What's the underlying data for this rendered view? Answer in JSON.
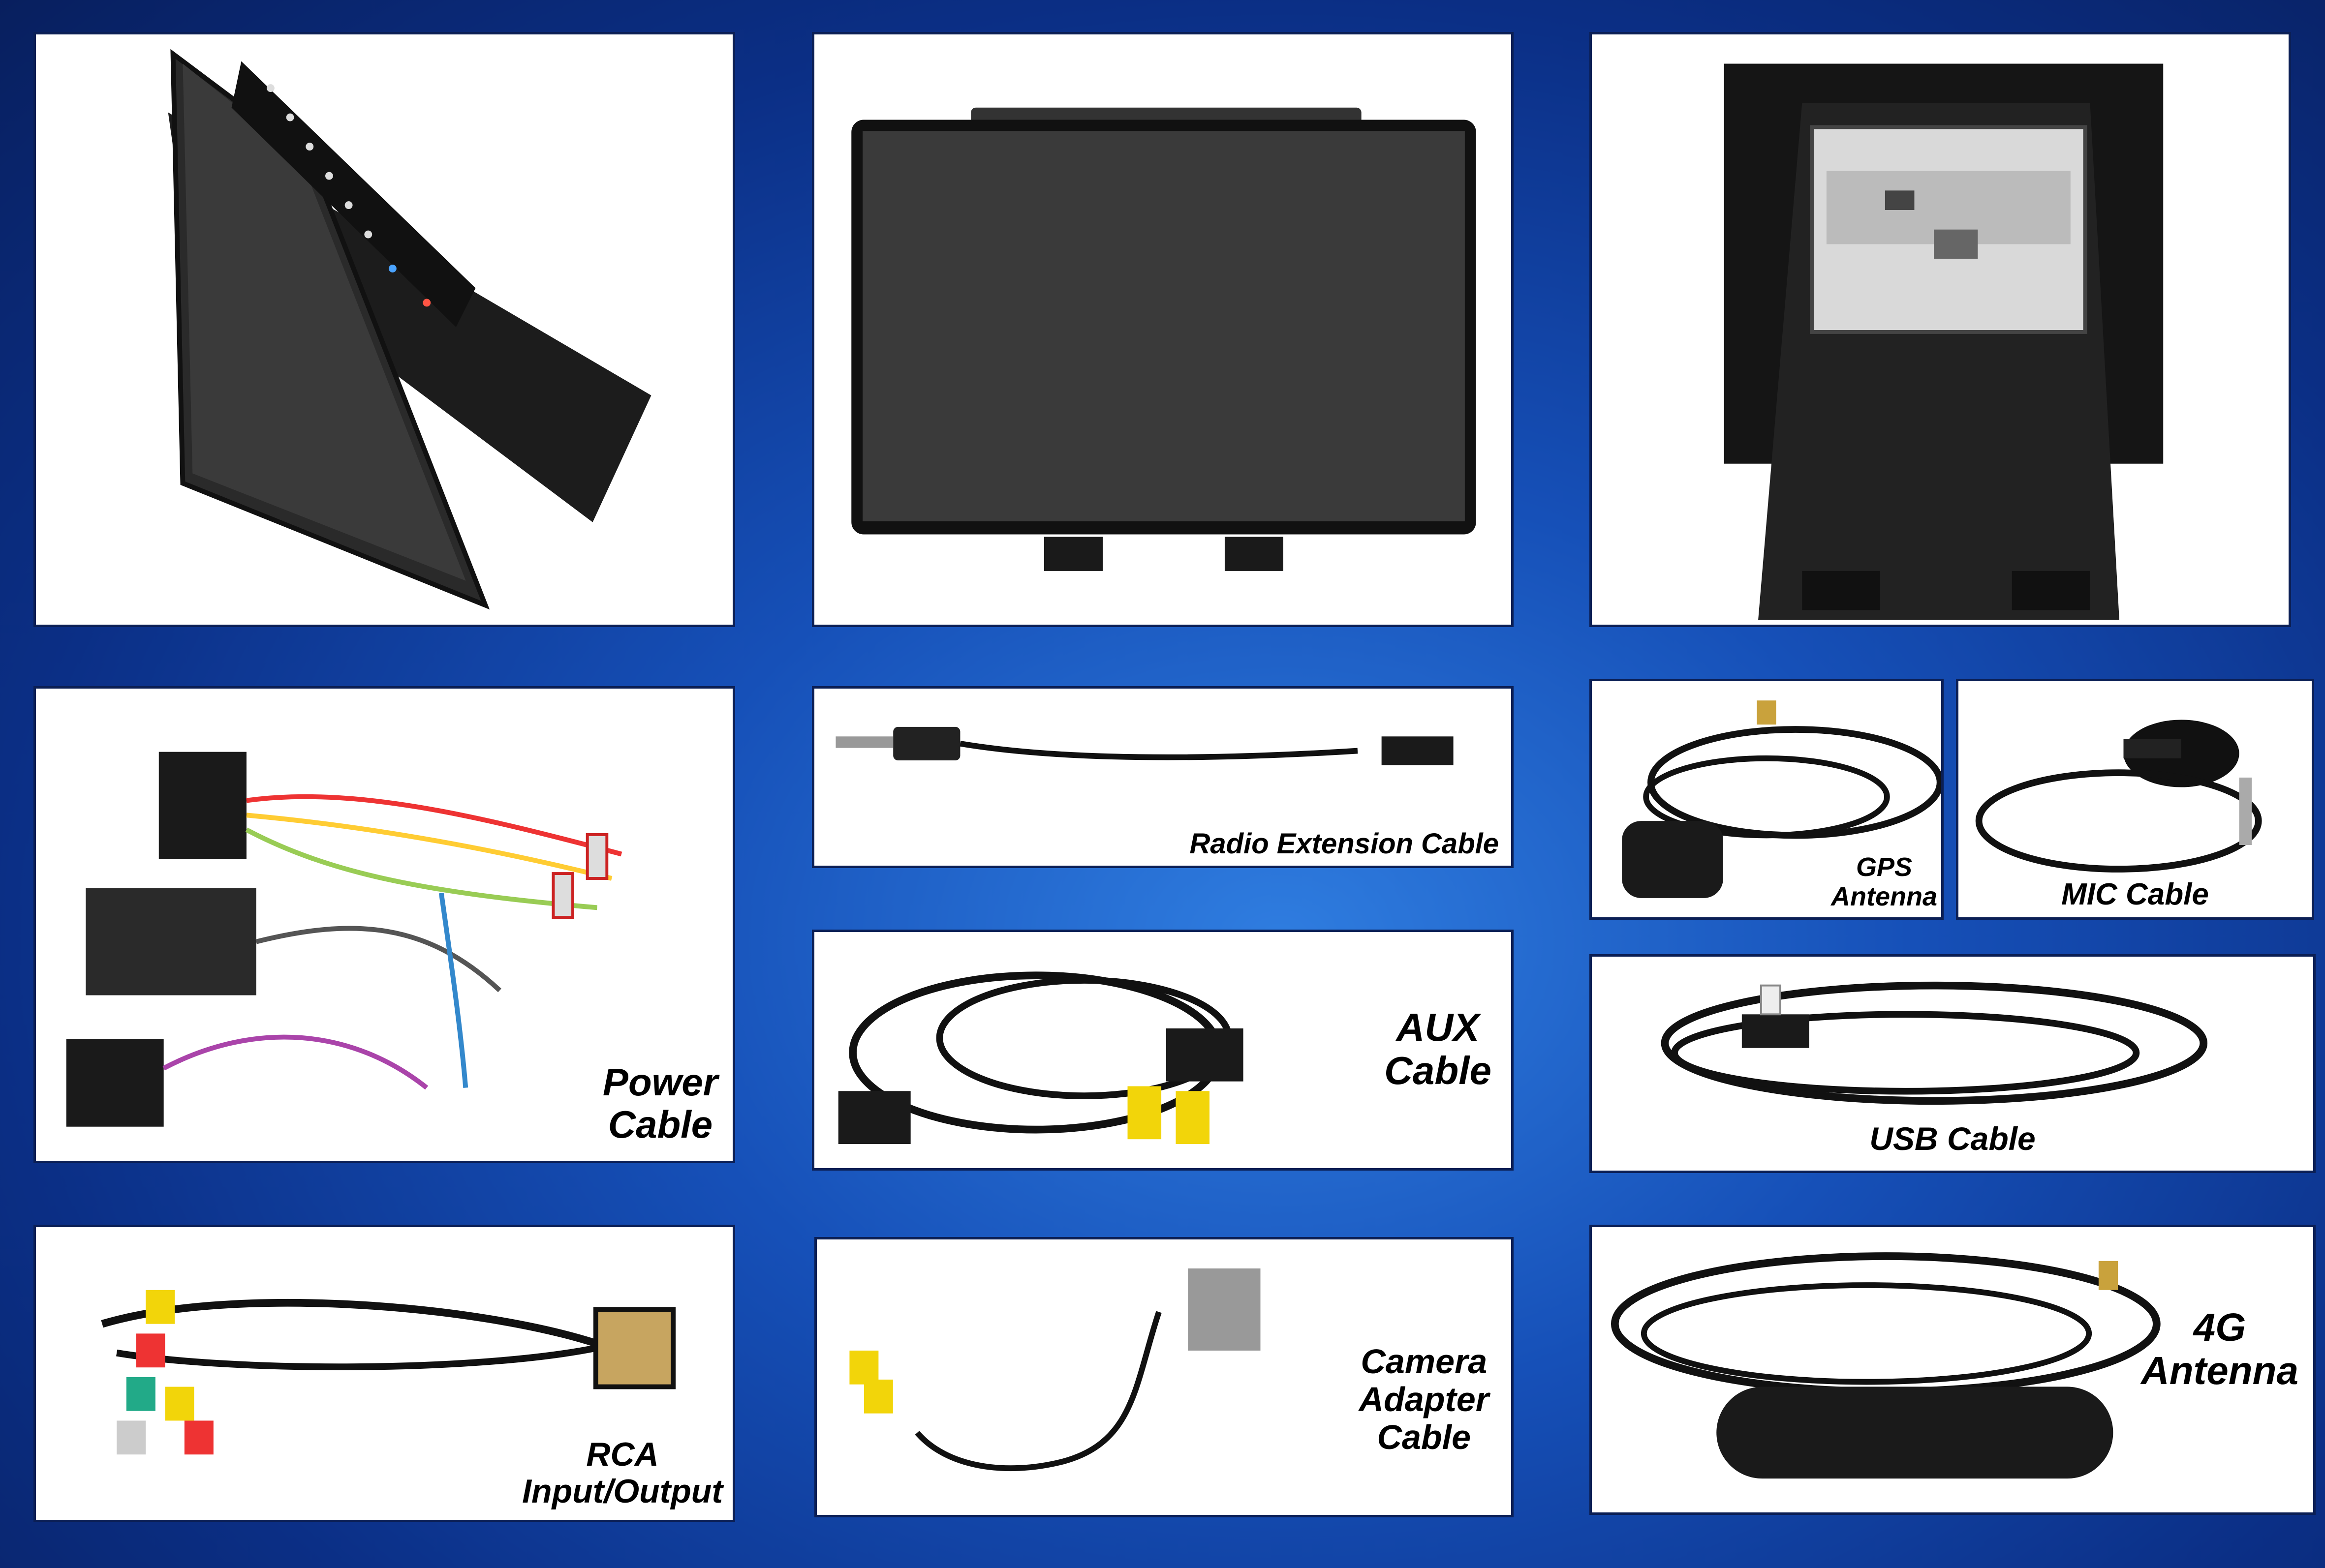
{
  "labels": {
    "power_cable": "Power\nCable",
    "radio_extension_cable": "Radio Extension Cable",
    "aux_cable": "AUX\nCable",
    "gps_antenna": "GPS\nAntenna",
    "mic_cable": "MIC Cable",
    "usb_cable": "USB Cable",
    "rca_io": "RCA\nInput/Output",
    "camera_adapter_cable": "Camera\nAdapter\nCable",
    "antenna_4g": "4G\nAntenna"
  },
  "colors": {
    "background": "#1650b8",
    "tile": "#ffffff",
    "tile_border": "#0b1f55",
    "label": "#000000"
  }
}
